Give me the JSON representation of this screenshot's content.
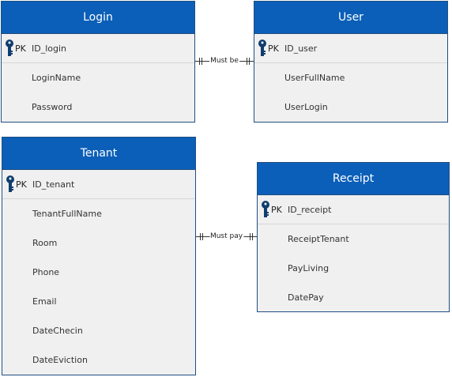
{
  "entities": {
    "login": {
      "title": "Login",
      "pk_label": "PK",
      "pk_field": "ID_login",
      "fields": [
        "LoginName",
        "Password"
      ]
    },
    "user": {
      "title": "User",
      "pk_label": "PK",
      "pk_field": "ID_user",
      "fields": [
        "UserFullName",
        "UserLogin"
      ]
    },
    "tenant": {
      "title": "Tenant",
      "pk_label": "PK",
      "pk_field": "ID_tenant",
      "fields": [
        "TenantFullName",
        "Room",
        "Phone",
        "Email",
        "DateChecin",
        "DateEviction"
      ]
    },
    "receipt": {
      "title": "Receipt",
      "pk_label": "PK",
      "pk_field": "ID_receipt",
      "fields": [
        "ReceiptTenant",
        "PayLiving",
        "DatePay"
      ]
    }
  },
  "relationships": {
    "login_user": {
      "label": "Must be",
      "cardinality": "one-to-one"
    },
    "tenant_receipt": {
      "label": "Must pay",
      "cardinality": "one-to-one"
    }
  },
  "colors": {
    "header": "#0b5fb8",
    "border": "#1f4e82",
    "body": "#f0f0f0",
    "key_icon": "#0f3d6e"
  },
  "icons": {
    "primary_key": "key-icon"
  }
}
